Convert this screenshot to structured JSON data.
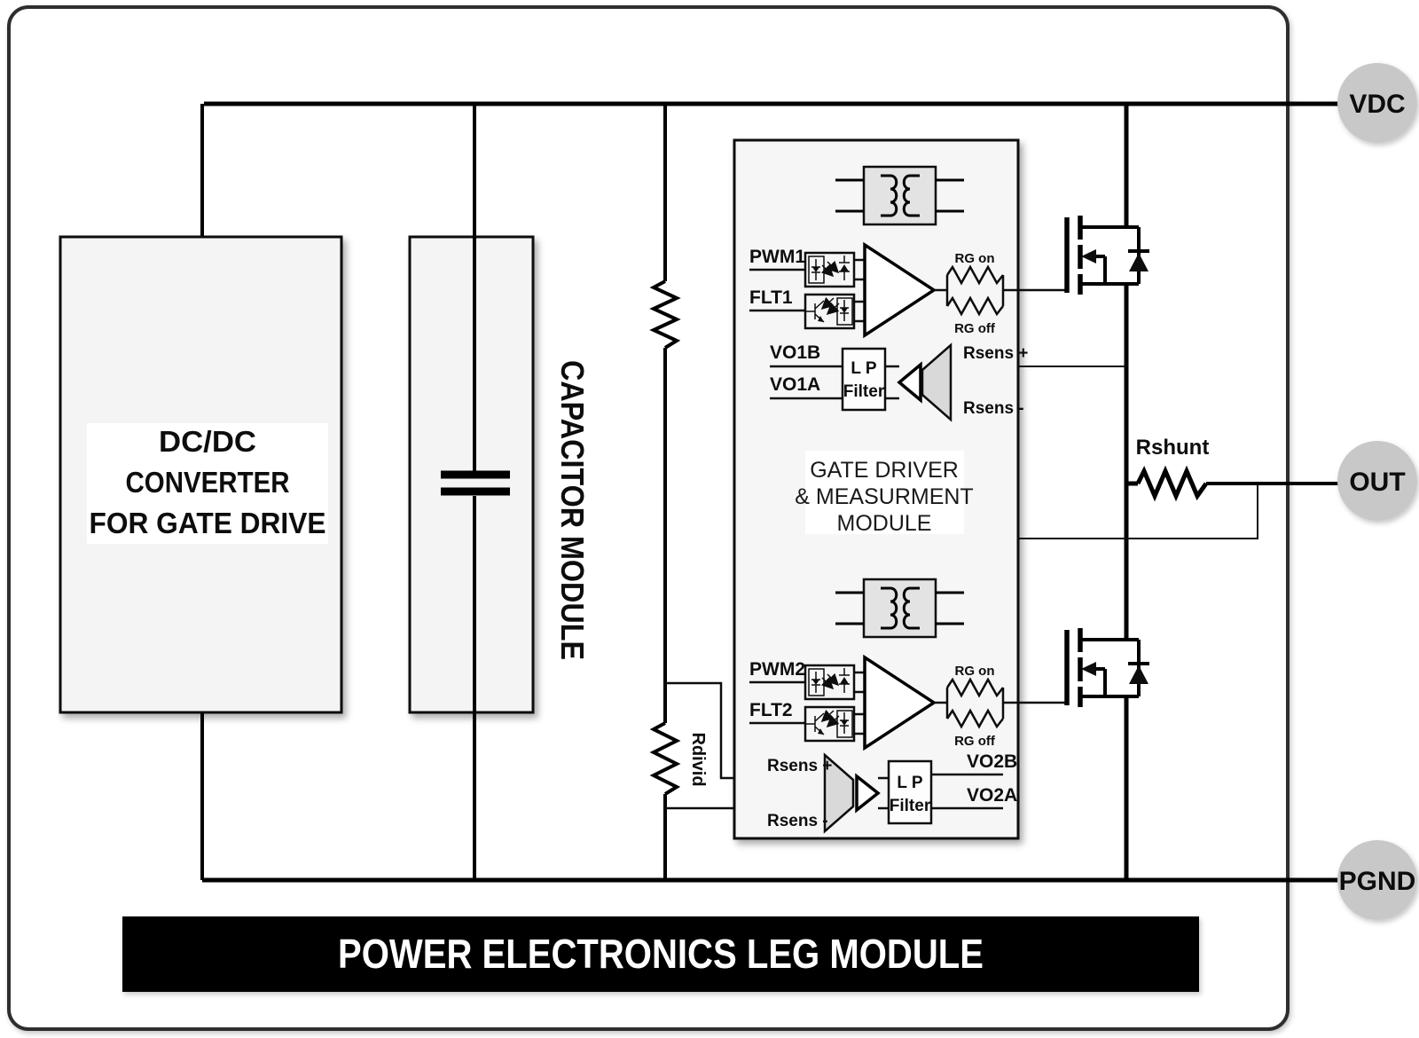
{
  "colors": {
    "wire": "#000000",
    "block_fill": "#f4f4f4",
    "module_fill": "#f6f6f6",
    "symbol_fill": "#e3e3e3",
    "amp_fill": "#d9d9d9",
    "terminal_fill": "#c8c8c8",
    "banner_bg": "#050505",
    "banner_text": "#ffffff"
  },
  "terminals": {
    "vdc": {
      "label": "VDC"
    },
    "out": {
      "label": "OUT"
    },
    "pgnd": {
      "label": "PGND"
    }
  },
  "blocks": {
    "dcdc_converter": {
      "line1": "DC/DC",
      "line2": "CONVERTER",
      "line3": "FOR GATE DRIVE"
    },
    "capacitor_module": {
      "label": "CAPACITOR MODULE"
    },
    "gate_driver_module": {
      "line1": "GATE DRIVER",
      "line2": "& MEASURMENT",
      "line3": "MODULE"
    }
  },
  "resistors": {
    "rshunt": "Rshunt",
    "rdivid": "Rdivid"
  },
  "channels": {
    "top": {
      "pwm": "PWM1",
      "flt": "FLT1",
      "vo_b": "VO1B",
      "vo_a": "VO1A",
      "lp_line1": "L P",
      "lp_line2": "Filter",
      "rg_on": "RG on",
      "rg_off": "RG off",
      "rsens_plus": "Rsens +",
      "rsens_minus": "Rsens -"
    },
    "bottom": {
      "pwm": "PWM2",
      "flt": "FLT2",
      "vo_b": "VO2B",
      "vo_a": "VO2A",
      "lp_line1": "L P",
      "lp_line2": "Filter",
      "rg_on": "RG on",
      "rg_off": "RG off",
      "rsens_plus": "Rsens +",
      "rsens_minus": "Rsens -"
    }
  },
  "banner": {
    "title": "POWER ELECTRONICS LEG MODULE"
  }
}
